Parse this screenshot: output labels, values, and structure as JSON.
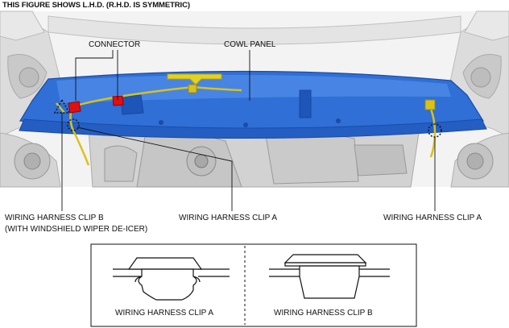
{
  "header": "THIS FIGURE SHOWS L.H.D. (R.H.D. IS SYMMETRIC)",
  "labels": {
    "connector": "CONNECTOR",
    "cowl_panel": "COWL PANEL",
    "clip_b_line1": "WIRING HARNESS CLIP B",
    "clip_b_line2": "(WITH WINDSHIELD WIPER DE-ICER)",
    "clip_a_center": "WIRING HARNESS CLIP A",
    "clip_a_right": "WIRING HARNESS CLIP A"
  },
  "detail": {
    "clip_a_caption": "WIRING HARNESS CLIP A",
    "clip_b_caption": "WIRING HARNESS CLIP B"
  },
  "colors": {
    "cowl_panel": "#2f6fd6",
    "harness": "#d8c21a",
    "connector": "#e01010",
    "engine_bay": "#d9d9d9"
  }
}
